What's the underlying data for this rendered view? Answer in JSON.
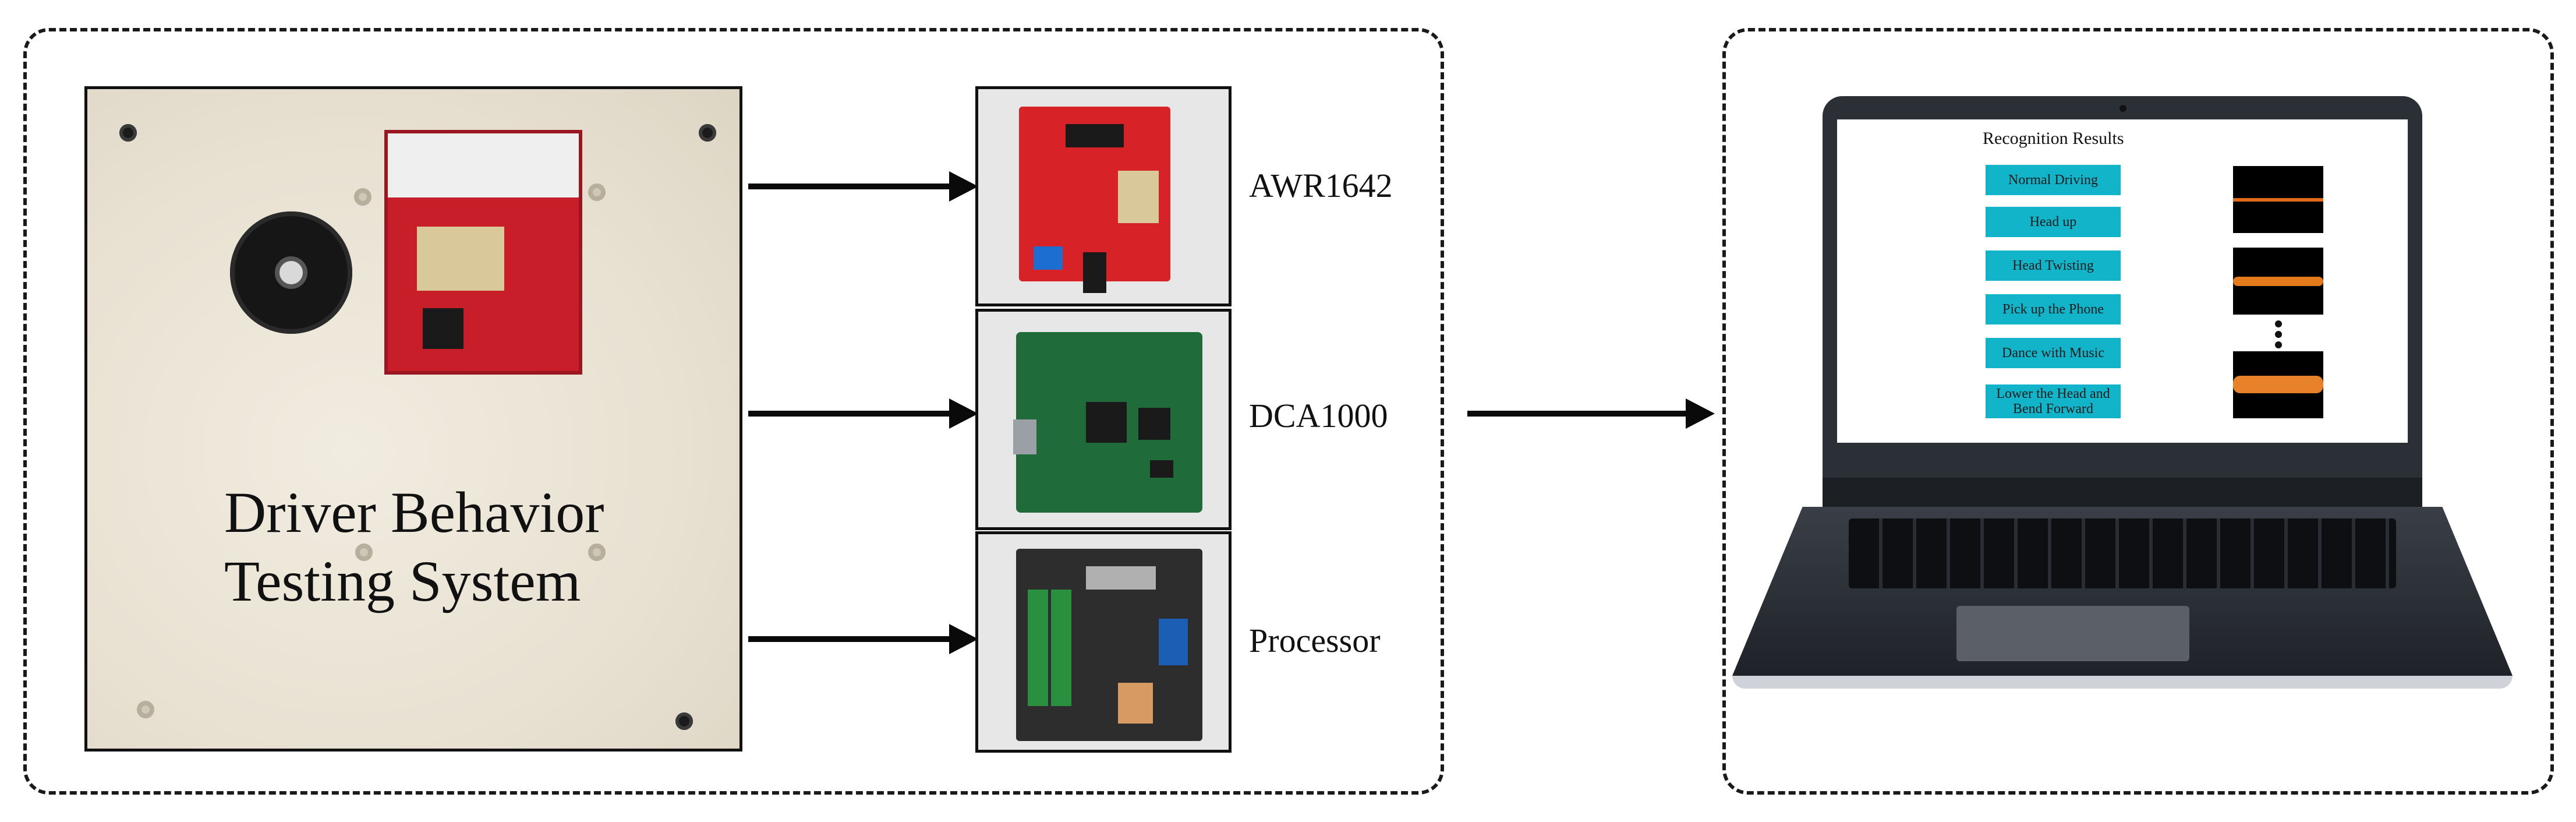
{
  "device": {
    "title_line1": "Driver Behavior",
    "title_line2": "Testing System"
  },
  "modules": [
    {
      "label": "AWR1642"
    },
    {
      "label": "DCA1000"
    },
    {
      "label": "Processor"
    }
  ],
  "laptop": {
    "results_title": "Recognition Results",
    "behaviors": [
      "Normal Driving",
      "Head up",
      "Head Twisting",
      "Pick up the Phone",
      "Dance with Music",
      "Lower the Head and Bend Forward"
    ]
  },
  "colors": {
    "button": "#11b4c9",
    "pcb_red": "#d72227",
    "pcb_green": "#1f6b3a",
    "arrow": "#0a0a0a"
  }
}
